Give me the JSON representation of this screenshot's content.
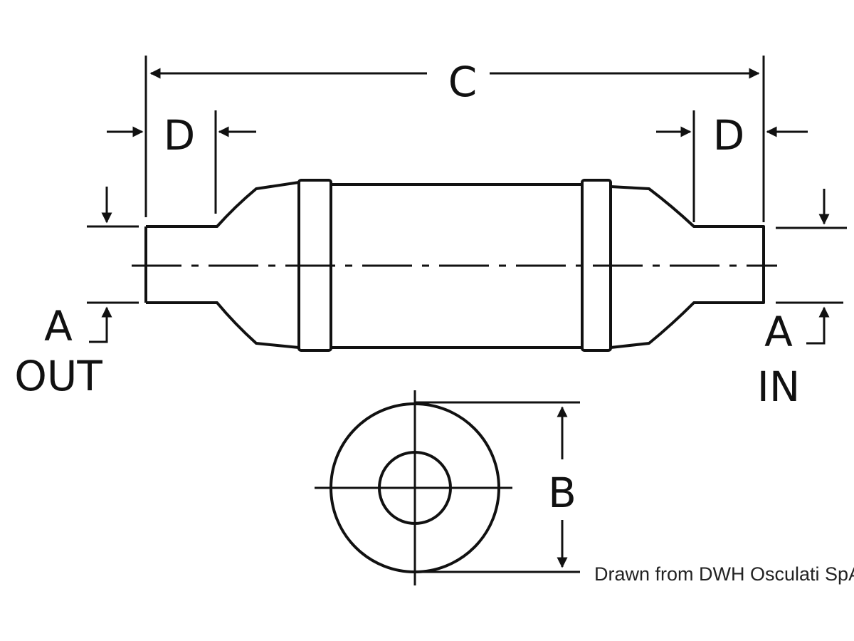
{
  "labels": {
    "overall_length": "C",
    "pipe_length_left": "D",
    "pipe_length_right": "D",
    "pipe_diameter_out": "A",
    "outlet": "OUT",
    "pipe_diameter_in": "A",
    "inlet": "IN",
    "body_diameter": "B"
  },
  "caption": "Drawn from DWH Osculati SpA",
  "line_color": "#111111"
}
